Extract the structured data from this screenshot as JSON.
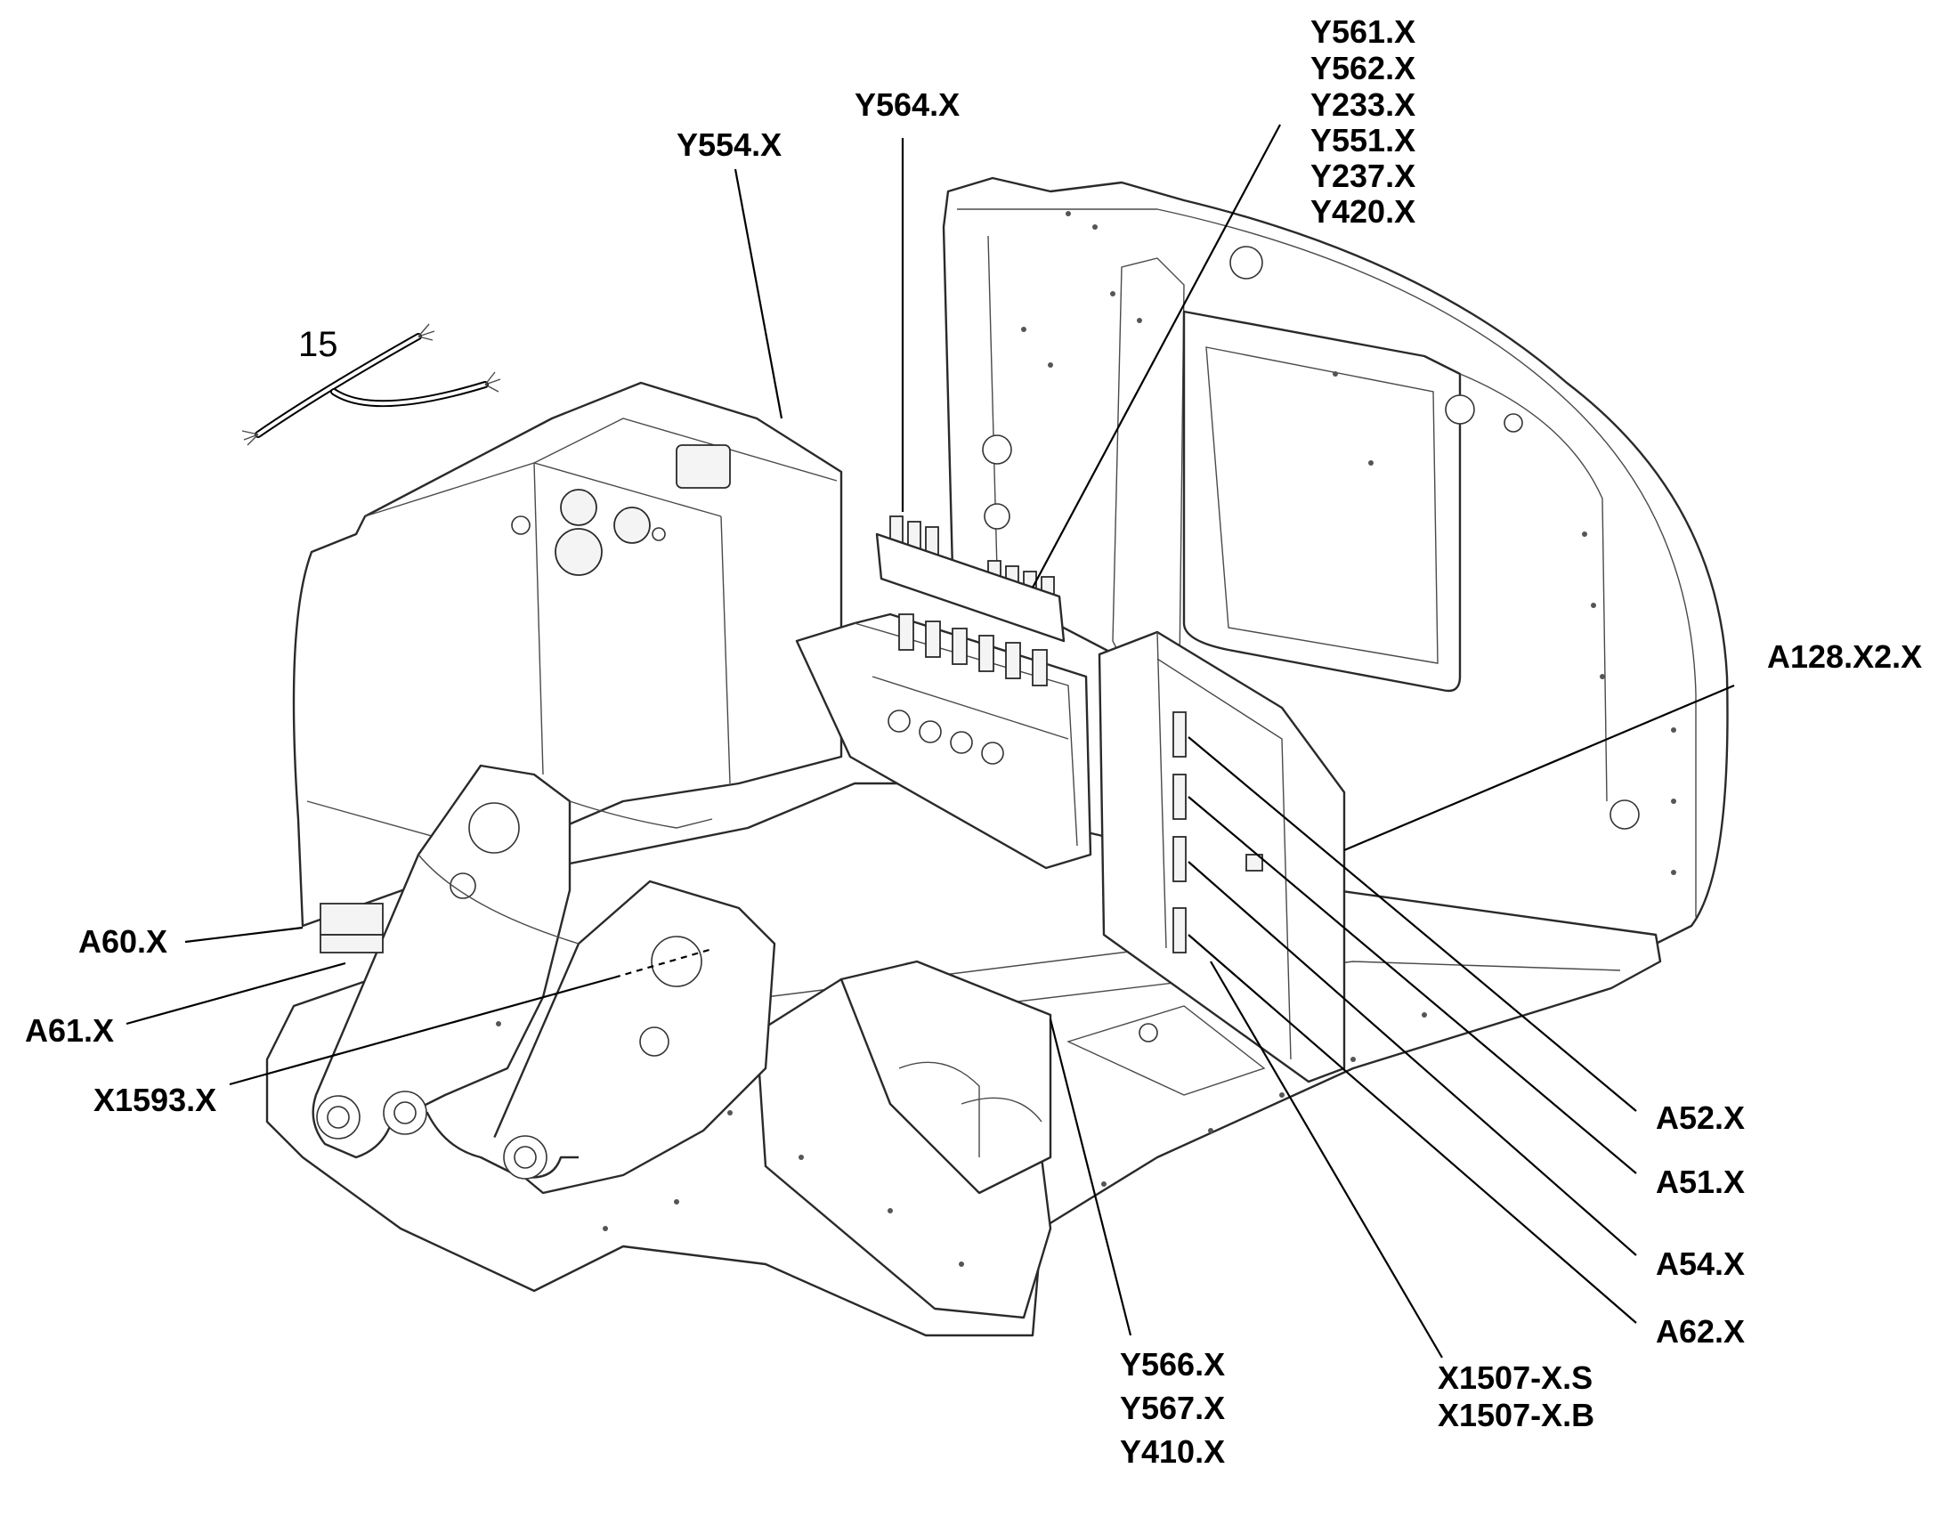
{
  "diagram": {
    "cable_item_number": "15",
    "callouts": {
      "y554": "Y554.X",
      "y564": "Y564.X",
      "valve_group": [
        "Y561.X",
        "Y562.X",
        "Y233.X",
        "Y551.X",
        "Y237.X",
        "Y420.X"
      ],
      "a128": "A128.X2.X",
      "a60": "A60.X",
      "a61": "A61.X",
      "x1593": "X1593.X",
      "a52": "A52.X",
      "a51": "A51.X",
      "a54": "A54.X",
      "a62": "A62.X",
      "y566_group": [
        "Y566.X",
        "Y567.X",
        "Y410.X"
      ],
      "x1507_group": [
        "X1507-X.S",
        "X1507-X.B"
      ]
    }
  }
}
